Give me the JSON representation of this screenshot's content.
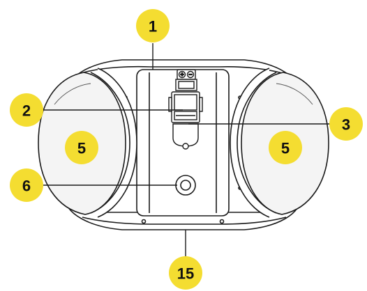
{
  "colors": {
    "callout_fill": "#f4dd31",
    "line": "#1a1a1a",
    "dome_fill": "#f4f4f4",
    "body_fill": "#ffffff"
  },
  "callouts": {
    "top": "1",
    "left_upper": "2",
    "right_upper": "3",
    "left_lens": "5",
    "right_lens": "5",
    "left_lower": "6",
    "bottom": "15"
  },
  "terminal_marks": {
    "plus": "+",
    "minus": "−"
  }
}
